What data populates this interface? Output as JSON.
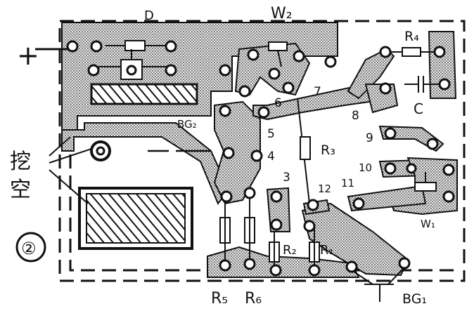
{
  "figure_number": "②",
  "labels": {
    "D": "D",
    "W2": "W₂",
    "R4": "R₄",
    "C": "C",
    "BG2": "BG₂",
    "R3": "R₃",
    "R2": "R₂",
    "R1": "R₁",
    "R5": "R₅",
    "R6": "R₆",
    "BG1": "BG₁",
    "W1": "W₁",
    "plus": "+",
    "wa": "挖",
    "kong": "空"
  },
  "pins": [
    "3",
    "4",
    "5",
    "6",
    "7",
    "8",
    "9",
    "10",
    "11",
    "12"
  ],
  "colors": {
    "ink": "#111111",
    "copper_fill": "#c9c9c9",
    "paper": "#ffffff"
  }
}
